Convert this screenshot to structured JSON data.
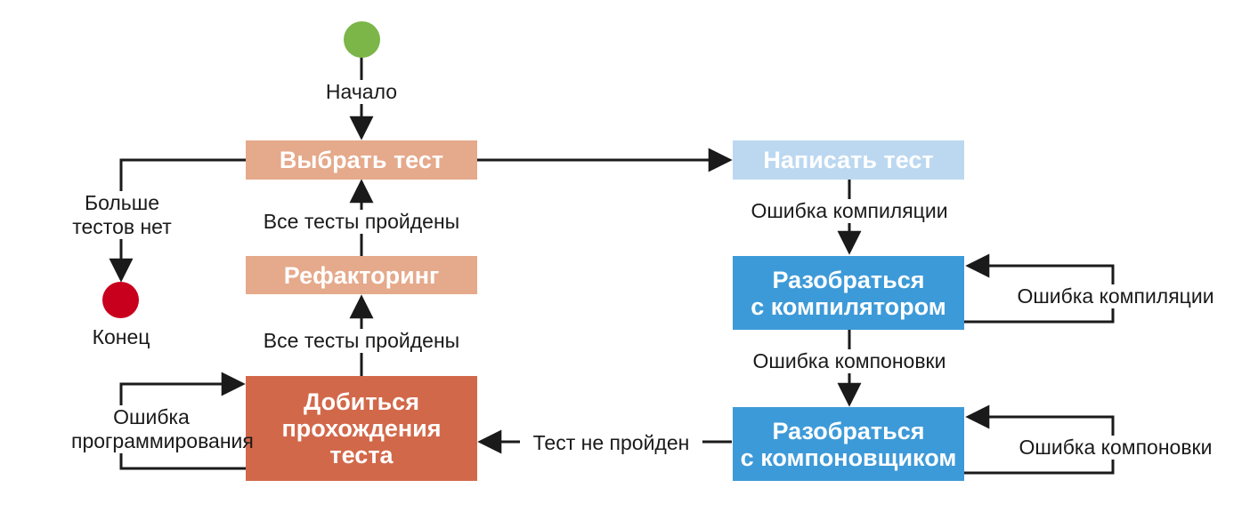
{
  "colors": {
    "salmon_light": "#e5a98b",
    "salmon_dark": "#d2684a",
    "blue_light": "#bcd8f0",
    "blue": "#3d9ad8",
    "start_green": "#7cb548",
    "end_red": "#c8001e",
    "line": "#1a1a1a"
  },
  "nodes": {
    "start": {
      "label": "Начало"
    },
    "end": {
      "label": "Конец"
    },
    "choose_test": {
      "label": "Выбрать тест"
    },
    "refactoring": {
      "label": "Рефакторинг"
    },
    "make_pass": {
      "label": "Добиться\nпрохождения\nтеста"
    },
    "write_test": {
      "label": "Написать тест"
    },
    "fix_compiler": {
      "label": "Разобраться\nс компилятором"
    },
    "fix_linker": {
      "label": "Разобраться\nс компоновщиком"
    }
  },
  "edges": {
    "no_more_tests": "Больше\nтестов нет",
    "all_passed_top": "Все тесты пройдены",
    "all_passed_bottom": "Все тесты пройдены",
    "programming_error": "Ошибка\nпрограммирования",
    "test_failed": "Тест не пройден",
    "compile_error_down": "Ошибка компиляции",
    "compile_error_loop": "Ошибка компиляции",
    "link_error_down": "Ошибка компоновки",
    "link_error_loop": "Ошибка компоновки"
  }
}
